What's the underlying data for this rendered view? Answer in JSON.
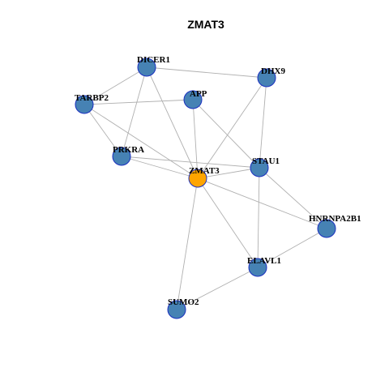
{
  "title": "ZMAT3",
  "colors": {
    "default_node": "#4682B4",
    "center_node": "#FFA500",
    "node_border": "#1A2FBF",
    "edge": "#B0B0B0"
  },
  "nodes": [
    {
      "id": "DICER1",
      "label": "DICER1",
      "role": "default"
    },
    {
      "id": "DHX9",
      "label": "DHX9",
      "role": "default"
    },
    {
      "id": "TARBP2",
      "label": "TARBP2",
      "role": "default"
    },
    {
      "id": "APP",
      "label": "APP",
      "role": "default"
    },
    {
      "id": "PRKRA",
      "label": "PRKRA",
      "role": "default"
    },
    {
      "id": "STAU1",
      "label": "STAU1",
      "role": "default"
    },
    {
      "id": "ZMAT3",
      "label": "ZMAT3",
      "role": "center"
    },
    {
      "id": "HNRNPA2B1",
      "label": "HNRNPA2B1",
      "role": "default"
    },
    {
      "id": "ELAVL1",
      "label": "ELAVL1",
      "role": "default"
    },
    {
      "id": "SUMO2",
      "label": "SUMO2",
      "role": "default"
    }
  ],
  "edges": [
    [
      "DICER1",
      "DHX9"
    ],
    [
      "DICER1",
      "TARBP2"
    ],
    [
      "DICER1",
      "PRKRA"
    ],
    [
      "DICER1",
      "ZMAT3"
    ],
    [
      "TARBP2",
      "APP"
    ],
    [
      "TARBP2",
      "PRKRA"
    ],
    [
      "TARBP2",
      "ZMAT3"
    ],
    [
      "APP",
      "ZMAT3"
    ],
    [
      "APP",
      "STAU1"
    ],
    [
      "DHX9",
      "ZMAT3"
    ],
    [
      "DHX9",
      "STAU1"
    ],
    [
      "PRKRA",
      "STAU1"
    ],
    [
      "PRKRA",
      "ZMAT3"
    ],
    [
      "ZMAT3",
      "STAU1"
    ],
    [
      "ZMAT3",
      "HNRNPA2B1"
    ],
    [
      "ZMAT3",
      "ELAVL1"
    ],
    [
      "ZMAT3",
      "SUMO2"
    ],
    [
      "STAU1",
      "HNRNPA2B1"
    ],
    [
      "STAU1",
      "ELAVL1"
    ],
    [
      "HNRNPA2B1",
      "ELAVL1"
    ],
    [
      "ELAVL1",
      "SUMO2"
    ]
  ]
}
